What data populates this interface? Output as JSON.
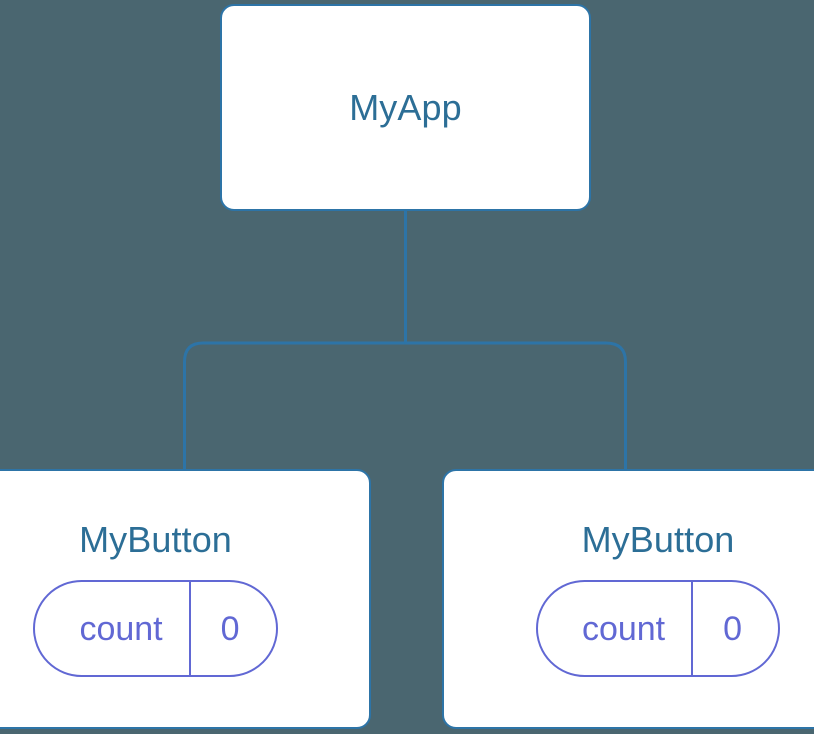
{
  "diagram": {
    "type": "component-tree",
    "background_color": "#4a6670",
    "node_border_color": "#2d74a7",
    "node_fill_color": "#ffffff",
    "node_title_color": "#2c6e96",
    "badge_color": "#6168d4",
    "connector_color": "#2d74a7"
  },
  "root": {
    "title": "MyApp"
  },
  "children": [
    {
      "title": "MyButton",
      "badge": {
        "key": "count",
        "value": "0"
      }
    },
    {
      "title": "MyButton",
      "badge": {
        "key": "count",
        "value": "0"
      }
    }
  ]
}
